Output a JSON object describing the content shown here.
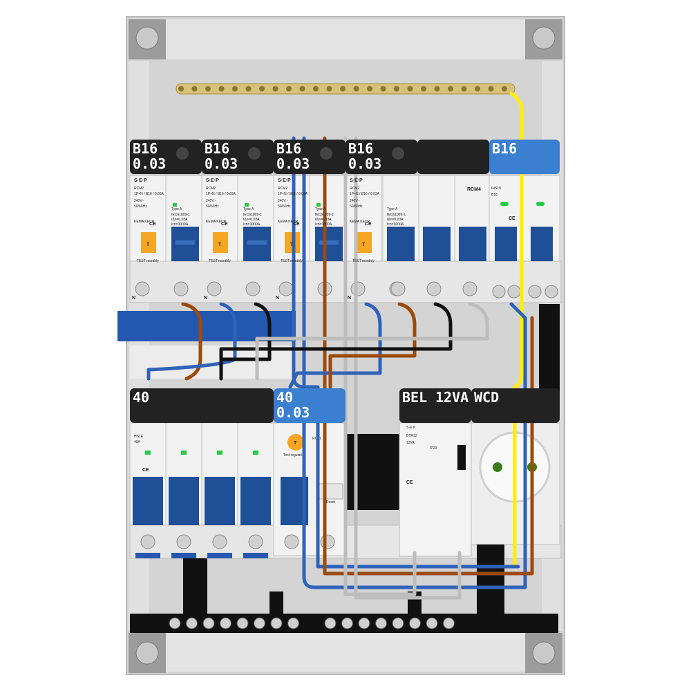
{
  "colors": {
    "enclosure": "#d9d9d9",
    "rail": "#c8c8c8",
    "label_dark": "#222222",
    "label_blue": "#3a7fd0",
    "breaker_blue": "#1f4f96",
    "test_orange": "#f5a623",
    "wire_blue": "#2f62b8",
    "wire_brown": "#9c4a0e",
    "wire_black": "#111111",
    "wire_grey": "#bdbdbd",
    "wire_yellow": "#ffee00",
    "busbar_brass": "#d8c27a",
    "led_green": "#22cc44"
  },
  "top_row": {
    "labels": [
      {
        "line1": "B16",
        "line2": "0.03"
      },
      {
        "line1": "B16",
        "line2": "0.03"
      },
      {
        "line1": "B16",
        "line2": "0.03"
      },
      {
        "line1": "B16",
        "line2": "0.03"
      },
      {
        "line1": "B16",
        "line2": ""
      }
    ],
    "rcbo": {
      "brand": "S·E·P",
      "model": "RCM2",
      "rating": "1P+N / B16 / 0.03A",
      "voltage": "240V~",
      "freq": "50/60Hz",
      "type": "Type A",
      "standard": "IEC61009-1",
      "idn": "IΔn=0,03A",
      "icn": "Icn=3000A",
      "test": "TEST monthly",
      "test_button": "T",
      "neutral": "N",
      "ce": "CE",
      "kema": "KEMA KEUR"
    },
    "rcm4_model": "RCM4",
    "ins18": {
      "model": "INS18",
      "rating": "B16",
      "ce": "CE"
    }
  },
  "bottom_row": {
    "main_label": {
      "line1": "40",
      "line2": ""
    },
    "main_switch": {
      "model": "HS1E",
      "rating": "40A",
      "ce": "CE"
    },
    "rcd_label": {
      "line1": "40",
      "line2": "0.03"
    },
    "rcd": {
      "model": "RC01",
      "test": "Test regularly",
      "test_button": "T",
      "button": "Reset"
    },
    "bell_label": {
      "line1": "BEL",
      "line2": "12VA"
    },
    "bell": {
      "brand": "S·E·P",
      "model": "BTR12",
      "rating": "12VA",
      "ip": "IP20",
      "ce": "CE"
    },
    "socket_label": {
      "line1": "WCD",
      "line2": ""
    }
  }
}
